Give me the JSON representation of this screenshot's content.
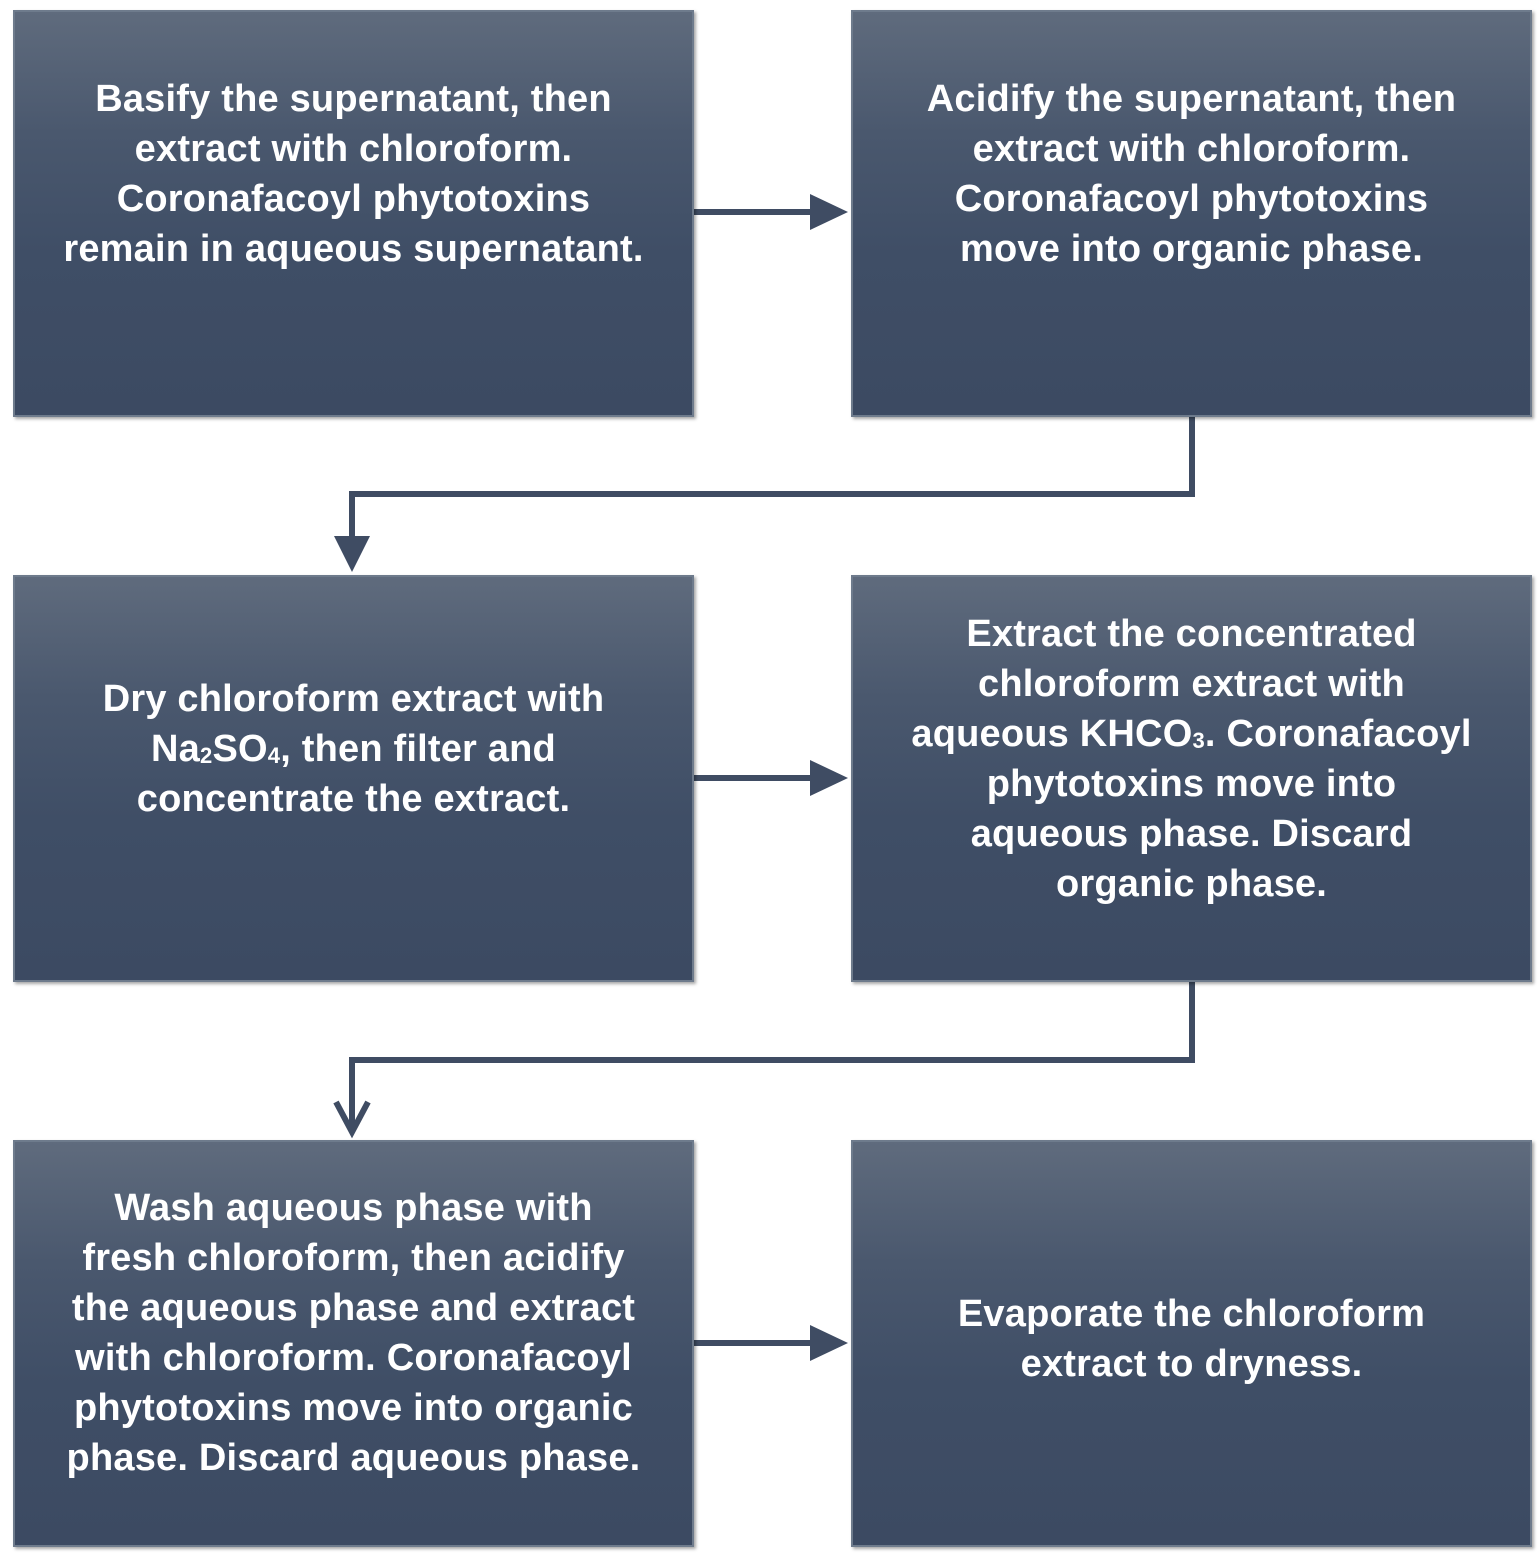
{
  "steps": [
    {
      "lines": [
        "Basify the supernatant, then",
        "extract with chloroform.",
        "Coronafacoyl phytotoxins",
        "remain in aqueous supernatant."
      ]
    },
    {
      "lines": [
        "Acidify the supernatant, then",
        "extract with chloroform.",
        "Coronafacoyl phytotoxins",
        "move into organic phase."
      ]
    },
    {
      "line1": "Dry chloroform extract with",
      "line2_a": "Na",
      "line2_sub1": "2",
      "line2_b": "SO",
      "line2_sub2": "4",
      "line2_c": ", then filter and",
      "line3": "concentrate the extract."
    },
    {
      "line1": "Extract the concentrated",
      "line2": "chloroform extract with",
      "line3_a": "aqueous KHCO",
      "line3_sub": "3",
      "line3_b": ". Coronafacoyl",
      "line4": "phytotoxins move into",
      "line5": "aqueous phase. Discard",
      "line6": "organic phase."
    },
    {
      "lines": [
        "Wash aqueous phase with",
        "fresh chloroform, then acidify",
        "the aqueous phase and extract",
        "with chloroform. Coronafacoyl",
        "phytotoxins move into organic",
        "phase. Discard aqueous phase."
      ]
    },
    {
      "lines": [
        "Evaporate the chloroform",
        "extract to dryness."
      ]
    }
  ],
  "colors": {
    "box_top": "#5f6b7d",
    "box_bottom": "#3c4a62",
    "arrow": "#3f4c63",
    "text": "#ffffff"
  }
}
